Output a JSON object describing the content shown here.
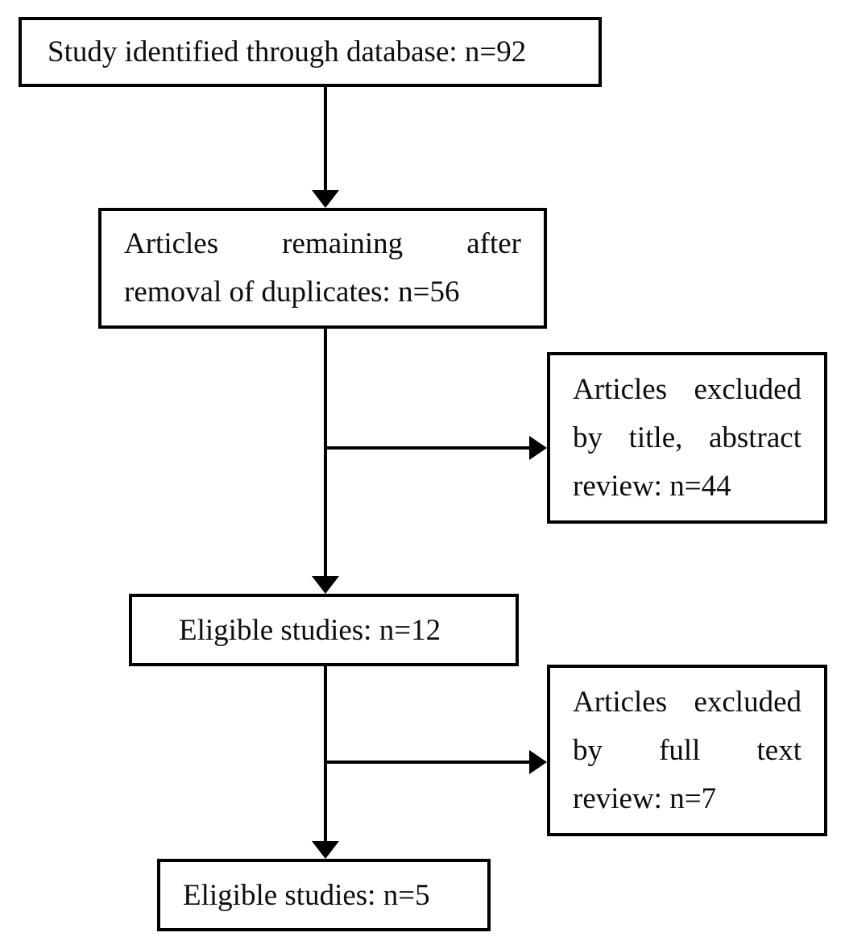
{
  "diagram": {
    "type": "flowchart",
    "background_color": "#ffffff",
    "line_color": "#000000",
    "text_color": "#0d0d0d",
    "boxes": {
      "identified": {
        "text": "Study identified through database: n=92",
        "count": 92
      },
      "deduplicated": {
        "line1": "Articles remaining after",
        "line2": "removal of duplicates: n=56",
        "count": 56
      },
      "excluded_title_abstract": {
        "line1": "Articles excluded",
        "line2": "by title, abstract",
        "line3": "review: n=44",
        "count": 44
      },
      "eligible_after_screening": {
        "text": "Eligible studies: n=12",
        "count": 12
      },
      "excluded_full_text": {
        "line1": "Articles excluded",
        "line2": "by full text",
        "line3": "review: n=7",
        "count": 7
      },
      "eligible_final": {
        "text": "Eligible studies: n=5",
        "count": 5
      }
    }
  }
}
